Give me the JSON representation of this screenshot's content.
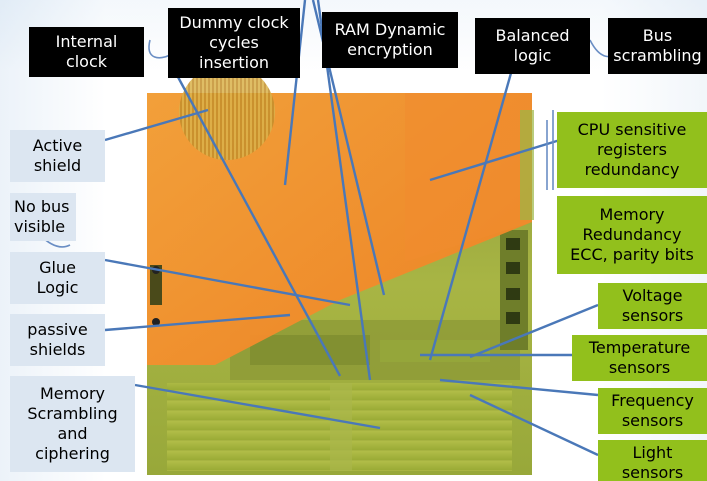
{
  "colors": {
    "black_label_bg": "#000000",
    "light_label_bg": "#dce6f1",
    "green_label_bg": "#92c01c",
    "leader_line": "#4a78b8",
    "orange_shield": "#f58a2a",
    "chip_green": "#9cab3a"
  },
  "top_labels": {
    "internal_clock": "Internal\nclock",
    "dummy_clock": "Dummy clock\ncycles\ninsertion",
    "ram_dynamic": "RAM Dynamic\nencryption",
    "balanced_logic": "Balanced\nlogic",
    "bus_scrambling": "Bus\nscrambling"
  },
  "left_labels": {
    "active_shield": "Active\nshield",
    "no_bus_visible": "No bus\nvisible",
    "glue_logic": "Glue\nLogic",
    "passive_shields": "passive\nshields",
    "memory_scrambling": "Memory\nScrambling\nand\nciphering"
  },
  "right_labels": {
    "cpu_registers": "CPU sensitive\nregisters\nredundancy",
    "memory_redundancy": "Memory\nRedundancy\nECC, parity bits",
    "voltage_sensors": "Voltage\nsensors",
    "temperature_sensors": "Temperature\nsensors",
    "frequency_sensors": "Frequency\nsensors",
    "light_sensors": "Light\nsensors"
  }
}
